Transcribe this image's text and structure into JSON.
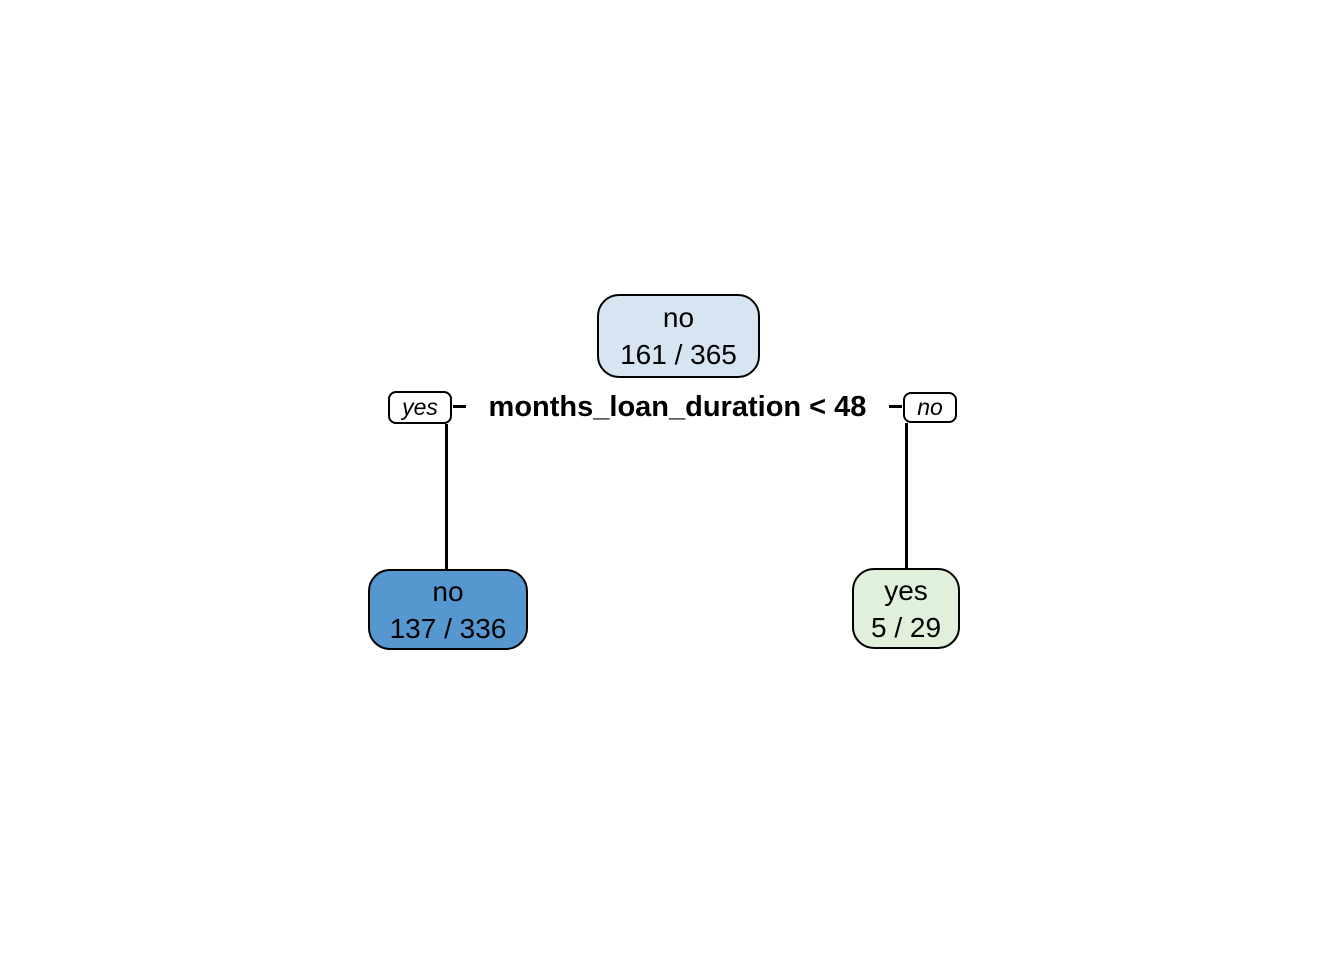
{
  "diagram": {
    "type": "decision-tree-plot",
    "split": {
      "condition": "months_loan_duration < 48",
      "yes_label": "yes",
      "no_label": "no"
    },
    "nodes": {
      "root": {
        "class_label": "no",
        "count": "161 / 365"
      },
      "left": {
        "class_label": "no",
        "count": "137 / 336"
      },
      "right": {
        "class_label": "yes",
        "count": "5 / 29"
      }
    },
    "colors": {
      "root_fill": "#d7e5f3",
      "left_fill": "#5697d0",
      "right_fill": "#e1f0da",
      "tag_fill": "#ffffff",
      "stroke": "#000000",
      "background": "#ffffff"
    }
  }
}
